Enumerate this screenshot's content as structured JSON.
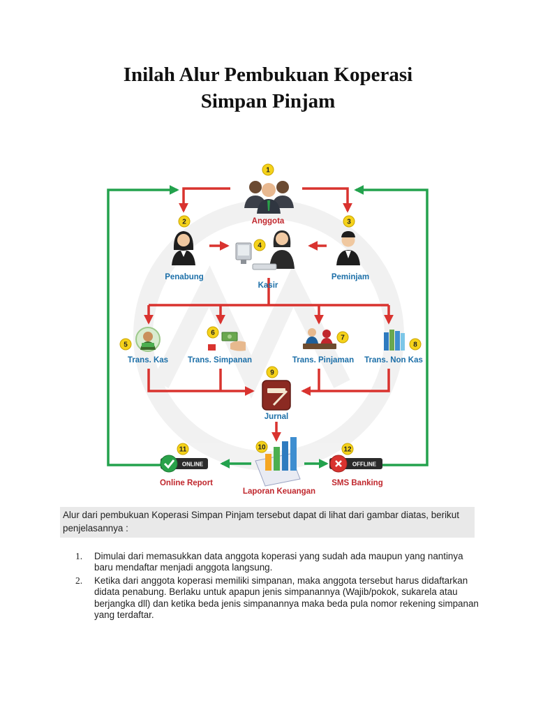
{
  "document": {
    "title_line1": "Inilah Alur Pembukuan Koperasi",
    "title_line2": "Simpan Pinjam"
  },
  "diagram": {
    "nodes": [
      {
        "num": "1",
        "label": "Anggota",
        "icon": "people-group-icon"
      },
      {
        "num": "2",
        "label": "Penabung",
        "icon": "woman-person-icon"
      },
      {
        "num": "3",
        "label": "Peminjam",
        "icon": "man-person-icon"
      },
      {
        "num": "4",
        "label": "Kasir",
        "icon": "cashier-at-computer-icon"
      },
      {
        "num": "5",
        "label": "Trans. Kas",
        "icon": "money-user-icon"
      },
      {
        "num": "6",
        "label": "Trans. Simpanan",
        "icon": "hand-money-icon"
      },
      {
        "num": "7",
        "label": "Trans. Pinjaman",
        "icon": "meeting-desk-icon"
      },
      {
        "num": "8",
        "label": "Trans. Non Kas",
        "icon": "binders-icon"
      },
      {
        "num": "9",
        "label": "Jurnal",
        "icon": "journal-book-icon"
      },
      {
        "num": "10",
        "label": "Laporan Keuangan",
        "icon": "bar-chart-icon"
      },
      {
        "num": "11",
        "label": "Online Report",
        "icon": "online-status-icon",
        "badge": "ONLINE"
      },
      {
        "num": "12",
        "label": "SMS Banking",
        "icon": "offline-status-icon",
        "badge": "OFFLINE"
      }
    ],
    "colors": {
      "label_blue": "#1c6fa8",
      "label_red": "#c0272d",
      "red_arrow": "#d9332f",
      "green_arrow": "#23a24d",
      "badge_yellow": "#f5d21a"
    }
  },
  "intro": "Alur dari pembukuan Koperasi Simpan Pinjam tersebut dapat di lihat dari gambar diatas, berikut penjelasannya :",
  "steps": [
    {
      "number": "1.",
      "text": "Dimulai dari memasukkan data anggota koperasi yang sudah ada maupun yang nantinya baru mendaftar menjadi anggota langsung."
    },
    {
      "number": "2.",
      "text": "Ketika dari anggota koperasi memiliki simpanan, maka anggota tersebut harus didaftarkan didata penabung. Berlaku untuk apapun jenis simpanannya (Wajib/pokok, sukarela atau berjangka dll) dan ketika beda jenis simpanannya maka beda pula nomor rekening simpanan yang terdaftar."
    }
  ]
}
